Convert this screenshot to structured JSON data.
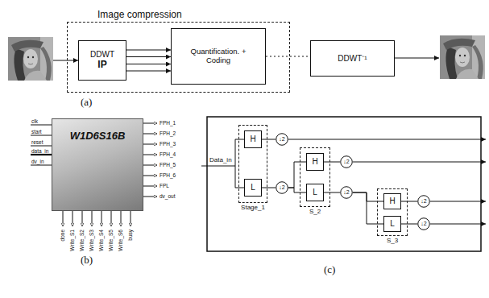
{
  "diagram": {
    "nodes": [
      {
        "text": [
          "Image compression"
        ]
      },
      {
        "text": [
          "DDWT",
          "IP"
        ],
        "in": 0
      },
      {
        "text": [
          "Quantification. + Coding"
        ],
        "in": 0
      },
      {
        "text": [
          "DDWT⁻¹"
        ]
      },
      {
        "text": [
          "W1D6S16B"
        ]
      },
      {
        "text": [
          "Stage_1"
        ]
      },
      {
        "text": [
          "H"
        ],
        "in": 5
      },
      {
        "text": [
          "L"
        ],
        "in": 5
      },
      {
        "text": [
          "↓2"
        ]
      },
      {
        "text": [
          "↓2"
        ]
      },
      {
        "text": [
          "S_2"
        ]
      },
      {
        "text": [
          "H"
        ],
        "in": 10
      },
      {
        "text": [
          "L"
        ],
        "in": 10
      },
      {
        "text": [
          "↓2"
        ]
      },
      {
        "text": [
          "↓2"
        ]
      },
      {
        "text": [
          "S_3"
        ]
      },
      {
        "text": [
          "H"
        ],
        "in": 15
      },
      {
        "text": [
          "L"
        ],
        "in": 15
      },
      {
        "text": [
          "↓2"
        ]
      },
      {
        "text": [
          "↓2"
        ]
      }
    ],
    "edges": [
      {
        "from": 1,
        "to": 2,
        "arrow": "to"
      },
      {
        "from": 1,
        "to": 2,
        "arrow": "to"
      },
      {
        "from": 1,
        "to": 2,
        "arrow": "to"
      },
      {
        "from": 1,
        "to": 2,
        "arrow": "to"
      },
      {
        "from": 2,
        "to": 3,
        "arrow": "none"
      },
      {
        "from": 6,
        "to": 8,
        "arrow": "none"
      },
      {
        "from": 7,
        "to": 9,
        "arrow": "none"
      },
      {
        "from": 9,
        "to": 11,
        "arrow": "none"
      },
      {
        "from": 9,
        "to": 12,
        "arrow": "none"
      },
      {
        "from": 11,
        "to": 13,
        "arrow": "none"
      },
      {
        "from": 12,
        "to": 14,
        "arrow": "none"
      },
      {
        "from": 14,
        "to": 16,
        "arrow": "none"
      },
      {
        "from": 14,
        "to": 17,
        "arrow": "none"
      },
      {
        "from": 16,
        "to": 18,
        "arrow": "none"
      },
      {
        "from": 17,
        "to": 19,
        "arrow": "none"
      }
    ],
    "labels": [
      "(a)",
      "clk",
      "start",
      "reset",
      "data_in",
      "dv_in",
      "FPH_1",
      "FPH_2",
      "FPH_3",
      "FPH_4",
      "FPH_5",
      "FPH_6",
      "FPL",
      "dv_out",
      "done",
      "Write_S1",
      "Write_S2",
      "Write_S3",
      "Write_S4",
      "Write_S5",
      "Write_S6",
      "busy",
      "(b)",
      "Data_in",
      "(c)"
    ]
  }
}
